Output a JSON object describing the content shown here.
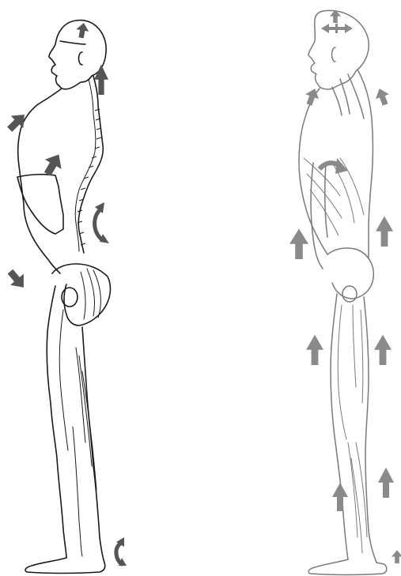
{
  "figures": [
    {
      "id": "left",
      "style": "line",
      "ink": "#1a1a1a",
      "arrow": "#555555"
    },
    {
      "id": "right",
      "style": "muscle",
      "ink": "#7a7a7a",
      "arrow": "#8a8a8a"
    }
  ],
  "arrows": {
    "left": [
      {
        "name": "head-up-arrow-icon",
        "direction": "up"
      },
      {
        "name": "neck-back-up-arrow-icon",
        "direction": "up"
      },
      {
        "name": "chest-up-right-arrow-icon",
        "direction": "up-right"
      },
      {
        "name": "rib-rotate-arrow-icon",
        "direction": "up-right"
      },
      {
        "name": "lumbar-rotate-arrow-icon",
        "direction": "rotate"
      },
      {
        "name": "belly-down-right-arrow-icon",
        "direction": "down-right"
      },
      {
        "name": "heel-rotate-arrow-icon",
        "direction": "rotate"
      }
    ],
    "right": [
      {
        "name": "crown-up-arrow-icon",
        "direction": "up"
      },
      {
        "name": "skull-widen-arrow-icon",
        "direction": "horizontal"
      },
      {
        "name": "face-up-arrow-icon",
        "direction": "up"
      },
      {
        "name": "upper-back-up-arrow-icon",
        "direction": "up"
      },
      {
        "name": "rib-curve-arrow-icon",
        "direction": "up-right"
      },
      {
        "name": "front-hip-up-arrow-icon",
        "direction": "up"
      },
      {
        "name": "back-hip-up-arrow-icon",
        "direction": "up"
      },
      {
        "name": "front-thigh-up-arrow-icon",
        "direction": "up"
      },
      {
        "name": "back-thigh-up-arrow-icon",
        "direction": "up"
      },
      {
        "name": "front-shin-up-arrow-icon",
        "direction": "up"
      },
      {
        "name": "back-calf-up-arrow-icon",
        "direction": "up"
      },
      {
        "name": "heel-up-arrow-icon",
        "direction": "up"
      }
    ]
  }
}
